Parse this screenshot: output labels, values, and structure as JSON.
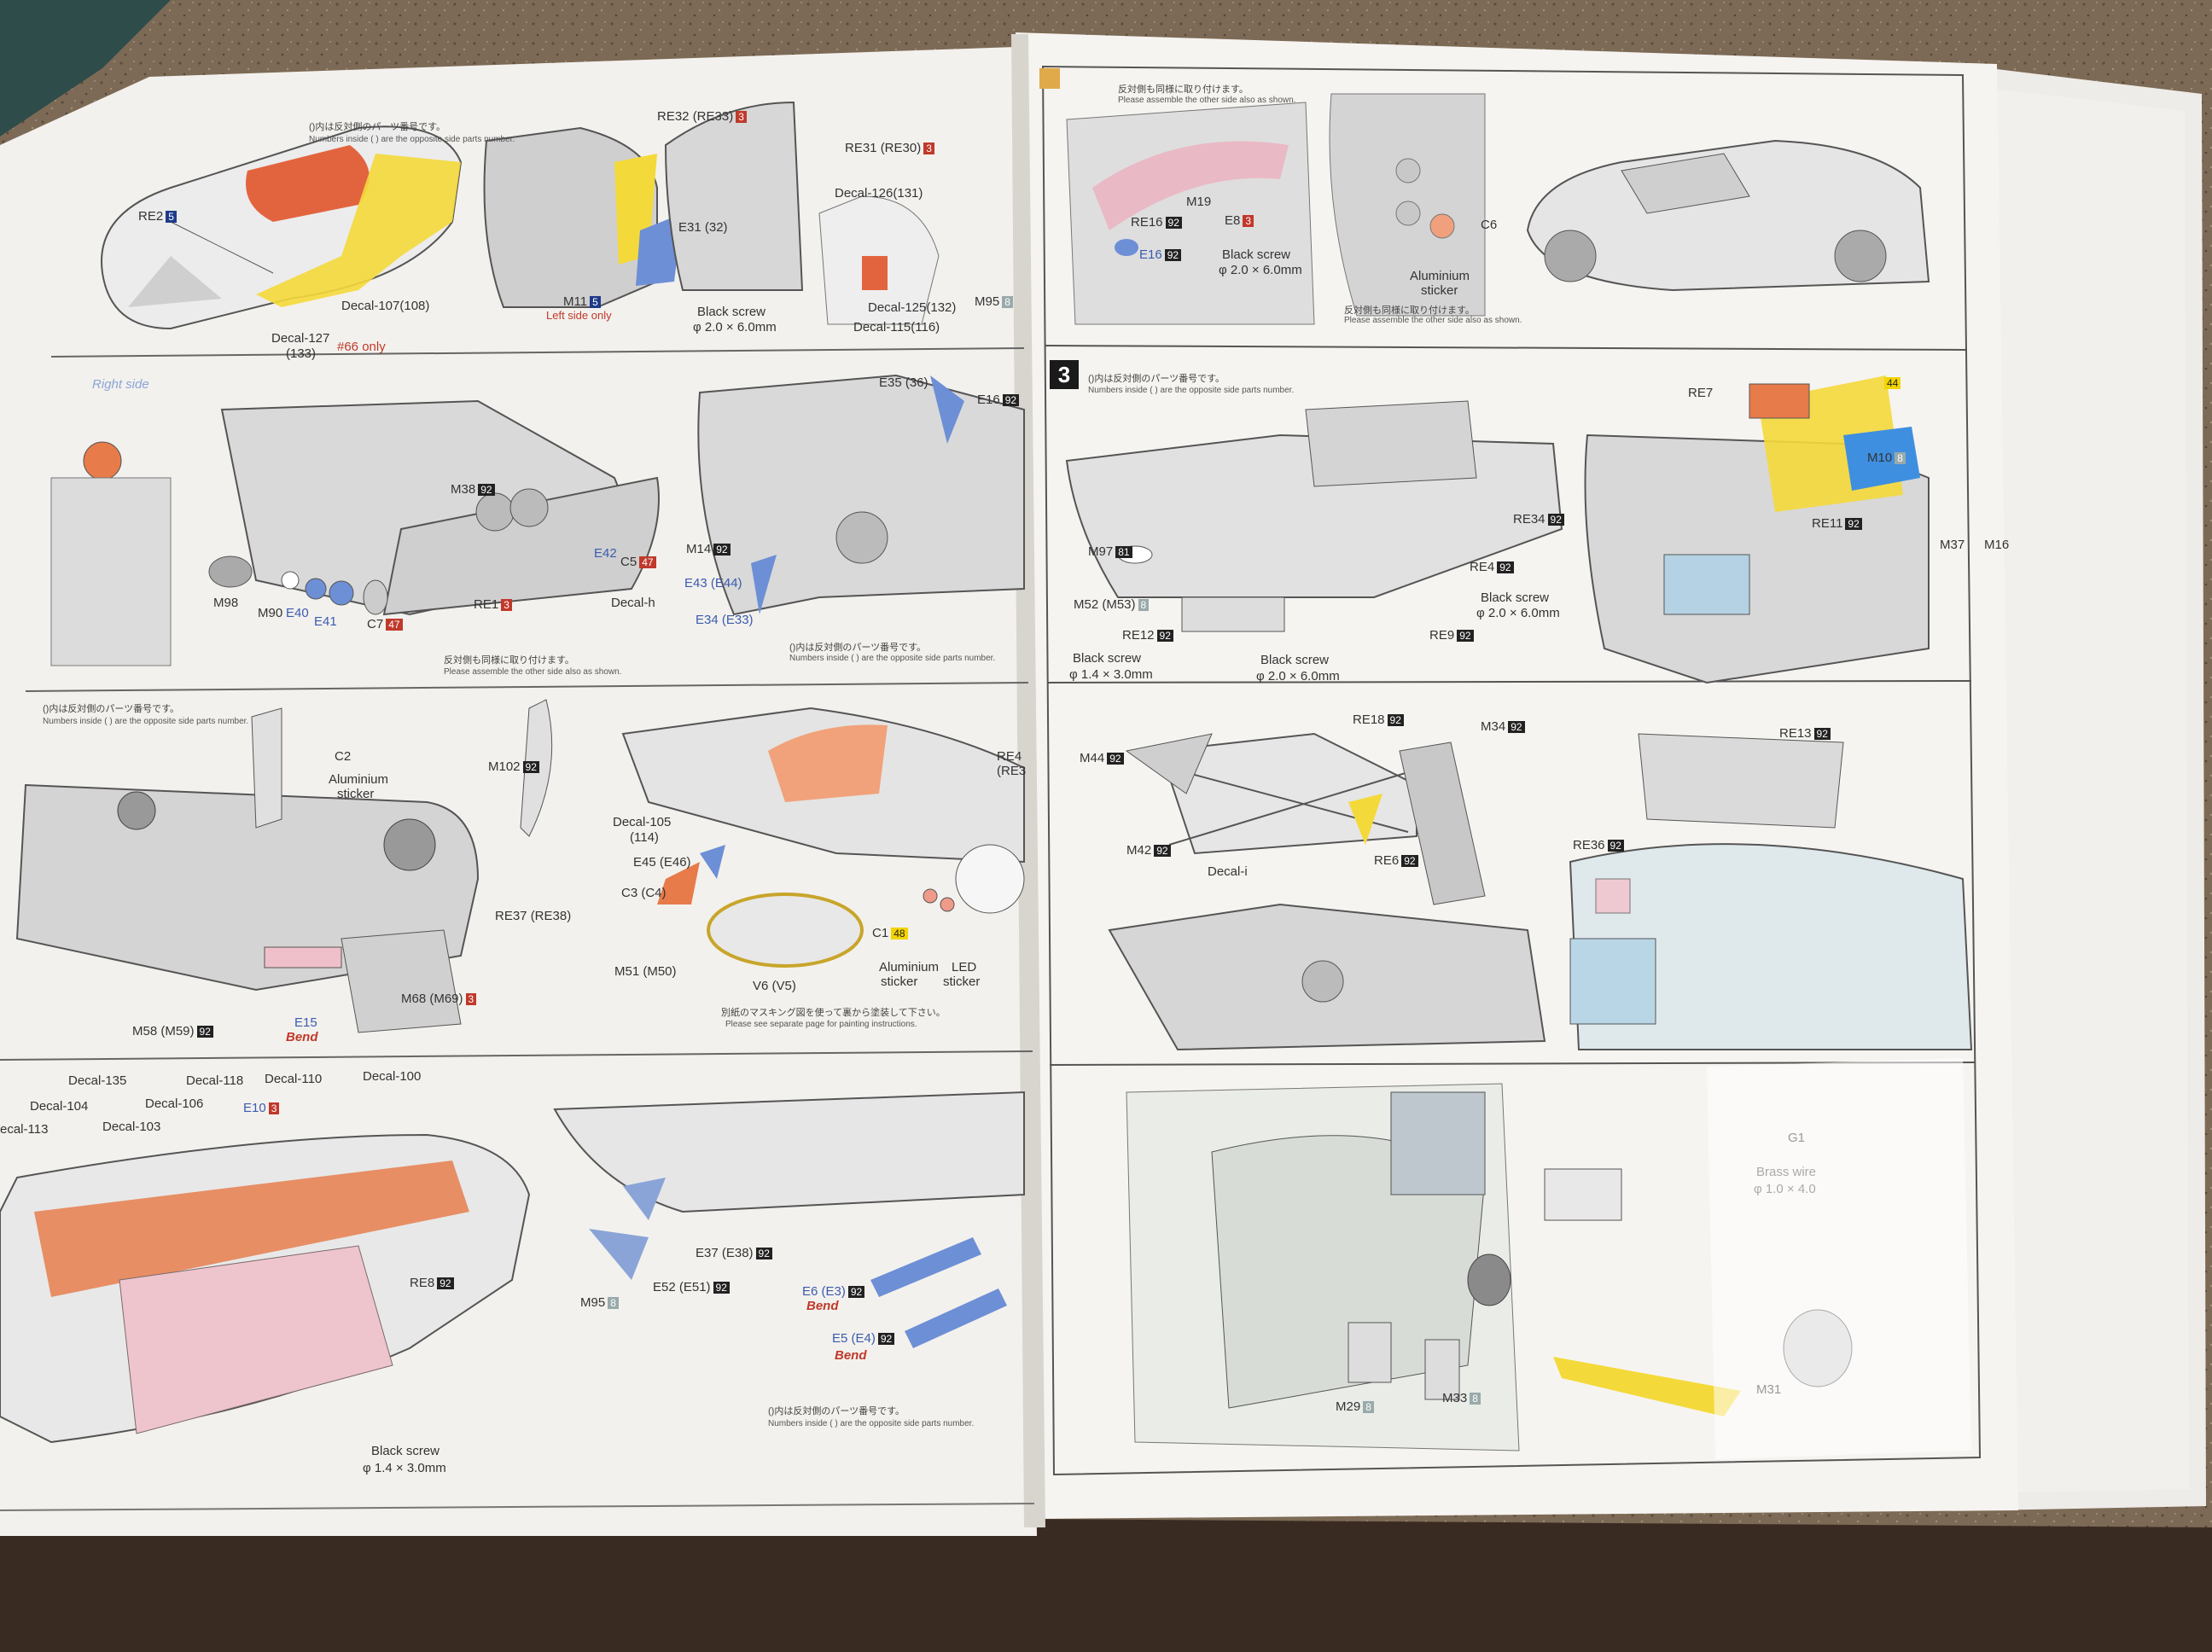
{
  "scene": {
    "colors": {
      "table": "#7a6652",
      "paper": "#f4f2ee",
      "paper_right": "#f7f5f1",
      "line": "#555",
      "orange": "#e77b4a",
      "pink": "#e8b7c4",
      "blue": "#6d8fd6",
      "yellow": "#f4d93a",
      "gray": "#b5b5b5"
    }
  },
  "left_page": {
    "row1": {
      "note_jp": "()内は反対側のパーツ番号です。",
      "note_en": "Numbers inside ( ) are the opposite side parts number.",
      "parts": {
        "re32": "RE32 (RE33)",
        "re31": "RE31 (RE30)",
        "re2": "RE2",
        "decal107": "Decal-107(108)",
        "decal127": "Decal-127",
        "n133": "(133)",
        "only66": "#66 only",
        "m11": "M11",
        "left_only": "Left side only",
        "e31": "E31 (32)",
        "black_screw": "Black screw",
        "screw_size_1": "φ 2.0 × 6.0mm",
        "decal126": "Decal-126(131)",
        "decal125": "Decal-125(132)",
        "decal115": "Decal-115(116)",
        "m95": "M95"
      }
    },
    "row2": {
      "right_side": "Right side",
      "parts": {
        "m38": "M38",
        "m98": "M98",
        "m90": "M90",
        "e40": "E40",
        "e41": "E41",
        "c7": "C7",
        "re1": "RE1",
        "e42": "E42",
        "c5": "C5",
        "decalh": "Decal-h",
        "e35": "E35 (36)",
        "e16": "E16",
        "m14": "M14",
        "e43": "E43 (E44)",
        "e34": "E34 (E33)"
      },
      "note_jp": "反対側も同様に取り付けます。",
      "note_en": "Please assemble the other side also as shown.",
      "note2_jp": "()内は反対側のパーツ番号です。",
      "note2_en": "Numbers inside ( ) are the opposite side parts number."
    },
    "row3": {
      "note_jp": "()内は反対側のパーツ番号です。",
      "note_en": "Numbers inside ( ) are the opposite side parts number.",
      "parts": {
        "c2": "C2",
        "alu": "Aluminium",
        "sticker": "sticker",
        "m102": "M102",
        "re37": "RE37 (RE38)",
        "m58": "M58 (M59)",
        "e15": "E15",
        "bend": "Bend",
        "m68": "M68 (M69)",
        "decal105": "Decal-105",
        "n114": "(114)",
        "e45": "E45 (E46)",
        "c3": "C3 (C4)",
        "m51": "M51 (M50)",
        "v6": "V6 (V5)",
        "c1": "C1",
        "alu2": "Aluminium",
        "sticker2": "sticker",
        "led": "LED",
        "sticker3": "sticker",
        "re4": "RE4",
        "re3": "(RE3"
      },
      "mask_jp": "別紙のマスキング図を使って裏から塗装して下さい。",
      "mask_en": "Please see separate page for painting instructions."
    },
    "row4": {
      "parts": {
        "decal135": "Decal-135",
        "decal104": "Decal-104",
        "decal113": "ecal-113",
        "decal103": "Decal-103",
        "decal106": "Decal-106",
        "decal118": "Decal-118",
        "e10": "E10",
        "decal110": "Decal-110",
        "decal100": "Decal-100",
        "re8": "RE8",
        "black_screw": "Black screw",
        "screw_size": "φ 1.4 × 3.0mm",
        "e37": "E37 (E38)",
        "m95": "M95",
        "e52": "E52 (E51)",
        "e6": "E6 (E3)",
        "bend1": "Bend",
        "e5": "E5 (E4)",
        "bend2": "Bend"
      },
      "note_jp": "()内は反対側のパーツ番号です。",
      "note_en": "Numbers inside ( ) are the opposite side parts number."
    }
  },
  "right_page": {
    "row1": {
      "note_jp": "反対側も同様に取り付けます。",
      "note_en": "Please assemble the other side also as shown.",
      "parts": {
        "m19": "M19",
        "e8": "E8",
        "re16": "RE16",
        "e16": "E16",
        "black_screw": "Black screw",
        "screw_size": "φ 2.0 × 6.0mm",
        "c6": "C6",
        "alu": "Aluminium",
        "sticker": "sticker"
      },
      "note2_jp": "反対側も同様に取り付けます。",
      "note2_en": "Please assemble the other side also as shown."
    },
    "row2": {
      "step": "3",
      "note_jp": "()内は反対側のパーツ番号です。",
      "note_en": "Numbers inside ( ) are the opposite side parts number.",
      "parts": {
        "re34": "RE34",
        "m97": "M97",
        "re4": "RE4",
        "m52": "M52 (M53)",
        "black_screw": "Black screw",
        "screw_size": "φ 2.0 × 6.0mm",
        "re12": "RE12",
        "re9": "RE9",
        "bs2": "Black screw",
        "bs2_size": "φ 1.4 × 3.0mm",
        "bs3": "Black screw",
        "bs3_size": "φ 2.0 × 6.0mm",
        "re7": "RE7",
        "n44": "44",
        "m10": "M10",
        "re11": "RE11",
        "m37": "M37",
        "m16": "M16"
      }
    },
    "row3": {
      "parts": {
        "re18": "RE18",
        "m34": "M34",
        "m44": "M44",
        "m42": "M42",
        "decal": "Decal-i",
        "re6": "RE6",
        "re13": "RE13",
        "re36": "RE36"
      }
    },
    "row4": {
      "parts": {
        "g1": "G1",
        "brass": "Brass wire",
        "brass_size": "φ 1.0 × 4.0",
        "m29": "M29",
        "m33": "M33",
        "m31": "M31"
      }
    }
  }
}
